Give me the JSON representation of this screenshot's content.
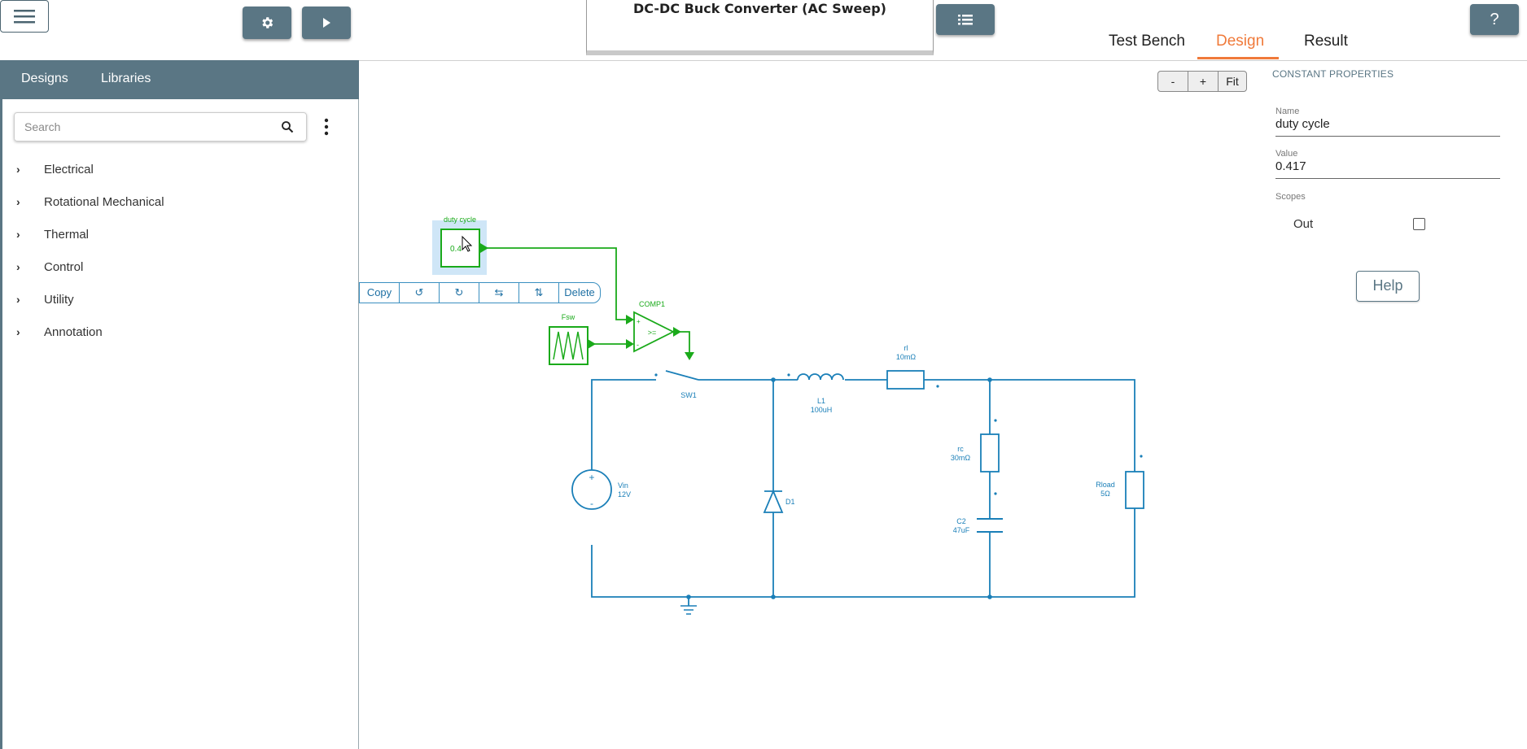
{
  "header": {
    "title": "DC-DC Buck Converter (AC Sweep)",
    "tabs": [
      {
        "label": "Test Bench"
      },
      {
        "label": "Design"
      },
      {
        "label": "Result"
      }
    ],
    "help_label": "?"
  },
  "sidebar": {
    "tabs": [
      {
        "label": "Designs"
      },
      {
        "label": "Libraries"
      }
    ],
    "search_placeholder": "Search",
    "items": [
      {
        "label": "Electrical"
      },
      {
        "label": "Rotational Mechanical"
      },
      {
        "label": "Thermal"
      },
      {
        "label": "Control"
      },
      {
        "label": "Utility"
      },
      {
        "label": "Annotation"
      }
    ]
  },
  "canvas": {
    "zoom_controls": {
      "minus": "-",
      "plus": "+",
      "fit": "Fit"
    },
    "toolbar": {
      "copy": "Copy",
      "rotate_ccw": "↺",
      "rotate_cw": "↻",
      "flip_h": "⇆",
      "flip_v": "⇅",
      "delete": "Delete"
    },
    "components": {
      "duty_cycle": {
        "label": "duty cycle",
        "value": "0.4"
      },
      "fsw": {
        "label": "Fsw"
      },
      "comp1": {
        "label": "COMP1",
        "symbol": ">="
      },
      "sw1": {
        "label": "SW1"
      },
      "l1": {
        "label": "L1",
        "value": "100uH"
      },
      "rl": {
        "label": "rl",
        "value": "10mΩ"
      },
      "vin": {
        "label": "Vin",
        "value": "12V"
      },
      "d1": {
        "label": "D1"
      },
      "rc": {
        "label": "rc",
        "value": "30mΩ"
      },
      "c2": {
        "label": "C2",
        "value": "47uF"
      },
      "rload": {
        "label": "Rload",
        "value": "5Ω"
      }
    },
    "colors": {
      "selected": "#1aaa1a",
      "wire": "#1a7fb8"
    }
  },
  "properties": {
    "title": "CONSTANT PROPERTIES",
    "name_label": "Name",
    "name_value": "duty cycle",
    "value_label": "Value",
    "value_value": "0.417",
    "scopes_label": "Scopes",
    "scope_out_label": "Out",
    "scope_out_checked": false,
    "help_label": "Help"
  }
}
